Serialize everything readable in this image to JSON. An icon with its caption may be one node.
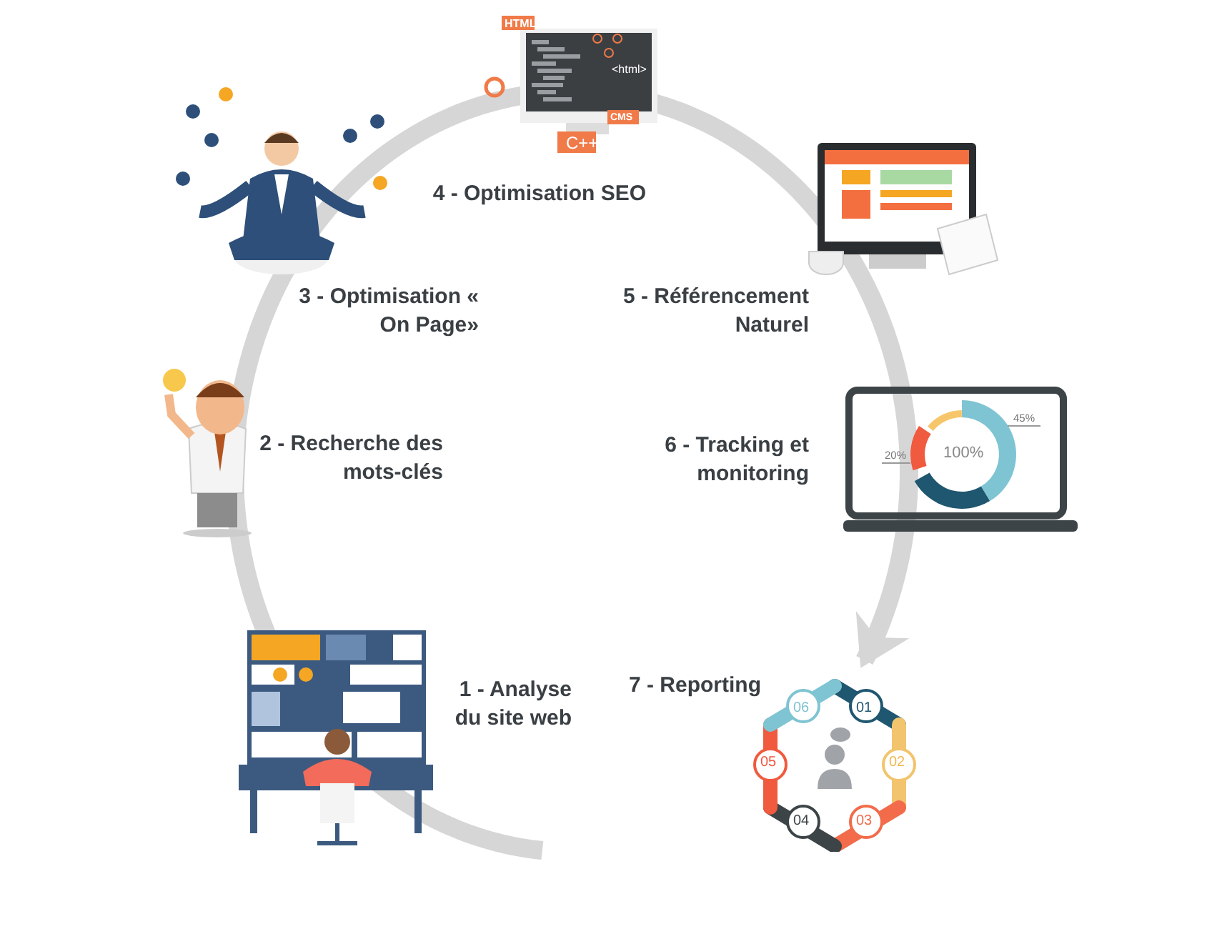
{
  "diagram": {
    "nodes": [
      {
        "text": [
          "1 - Analyse du site web"
        ]
      },
      {
        "text": [
          "2 - Recherche des mots-clés"
        ]
      },
      {
        "text": [
          "3 - Optimisation « On Page»"
        ]
      },
      {
        "text": [
          "4 - Optimisation SEO"
        ]
      },
      {
        "text": [
          "5 - Référencement Naturel"
        ]
      },
      {
        "text": [
          "6 - Tracking et monitoring"
        ]
      },
      {
        "text": [
          "7 - Reporting"
        ]
      },
      {
        "text": [],
        "shape": "picture"
      }
    ],
    "edges": [
      {
        "from": null,
        "to": 7,
        "arrow": "to"
      }
    ],
    "labels": [
      "HTML",
      "<html>",
      "CMS",
      "C++",
      "20%",
      "100%",
      "45%",
      "06",
      "01",
      "05",
      "02",
      "04",
      "03"
    ]
  }
}
